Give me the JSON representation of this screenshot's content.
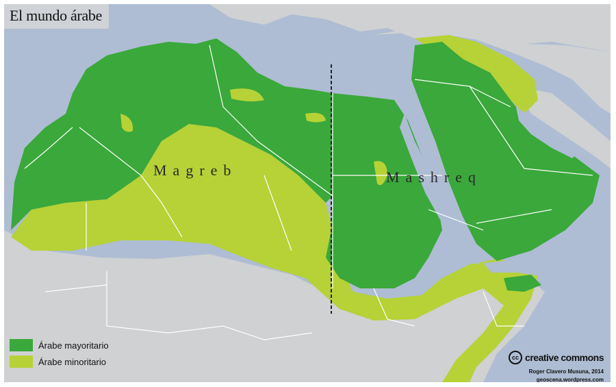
{
  "map": {
    "title": "El mundo árabe",
    "region_labels": {
      "maghreb": "Magreb",
      "mashreq": "Mashreq"
    },
    "legend": [
      {
        "label": "Árabe mayoritario",
        "color": "#3aa83a"
      },
      {
        "label": "Árabe minoritario",
        "color": "#b6d236"
      }
    ],
    "colors": {
      "sea": "#aebdd3",
      "land_other": "#cfd1d3",
      "borders": "#ffffff",
      "divider": "#222222"
    },
    "credit": {
      "license_icon": "cc",
      "license_name": "creative commons",
      "author": "Roger Clavero Musuna, 2014",
      "site": "geoscena.wordpress.com"
    }
  }
}
